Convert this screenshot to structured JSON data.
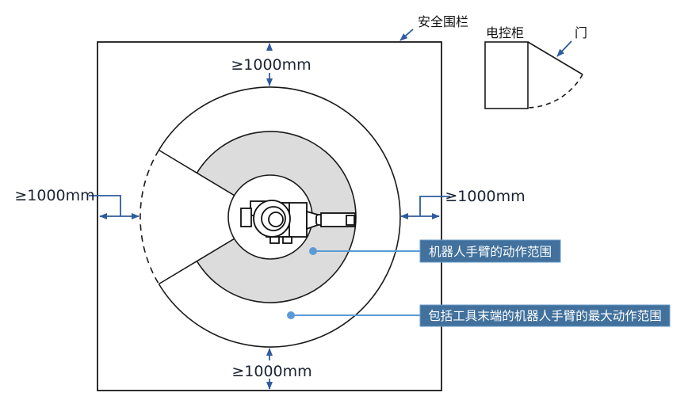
{
  "diagram": {
    "title_hint": "robot safety fence installation clearance diagram",
    "dims": {
      "top": "≥1000mm",
      "bottom": "≥1000mm",
      "left": "≥1000mm",
      "right": "≥1000mm"
    },
    "labels": {
      "safety_fence": "安全围栏",
      "control_cabinet": "电控柜",
      "door": "门"
    },
    "callouts": {
      "arm_range": "机器人手臂的动作范围",
      "max_range": "包括工具末端的机器人手臂的最大动作范围"
    },
    "colors": {
      "line_black": "#1a1a1a",
      "range_fill_gray": "#dcdcdc",
      "dimension_blue": "#2e5c9e",
      "dim_text_dark": "#1b2433",
      "callout_box_blue": "#41719c",
      "callout_border": "#6c9bc8",
      "leader_light_blue": "#5b9bd5"
    }
  }
}
